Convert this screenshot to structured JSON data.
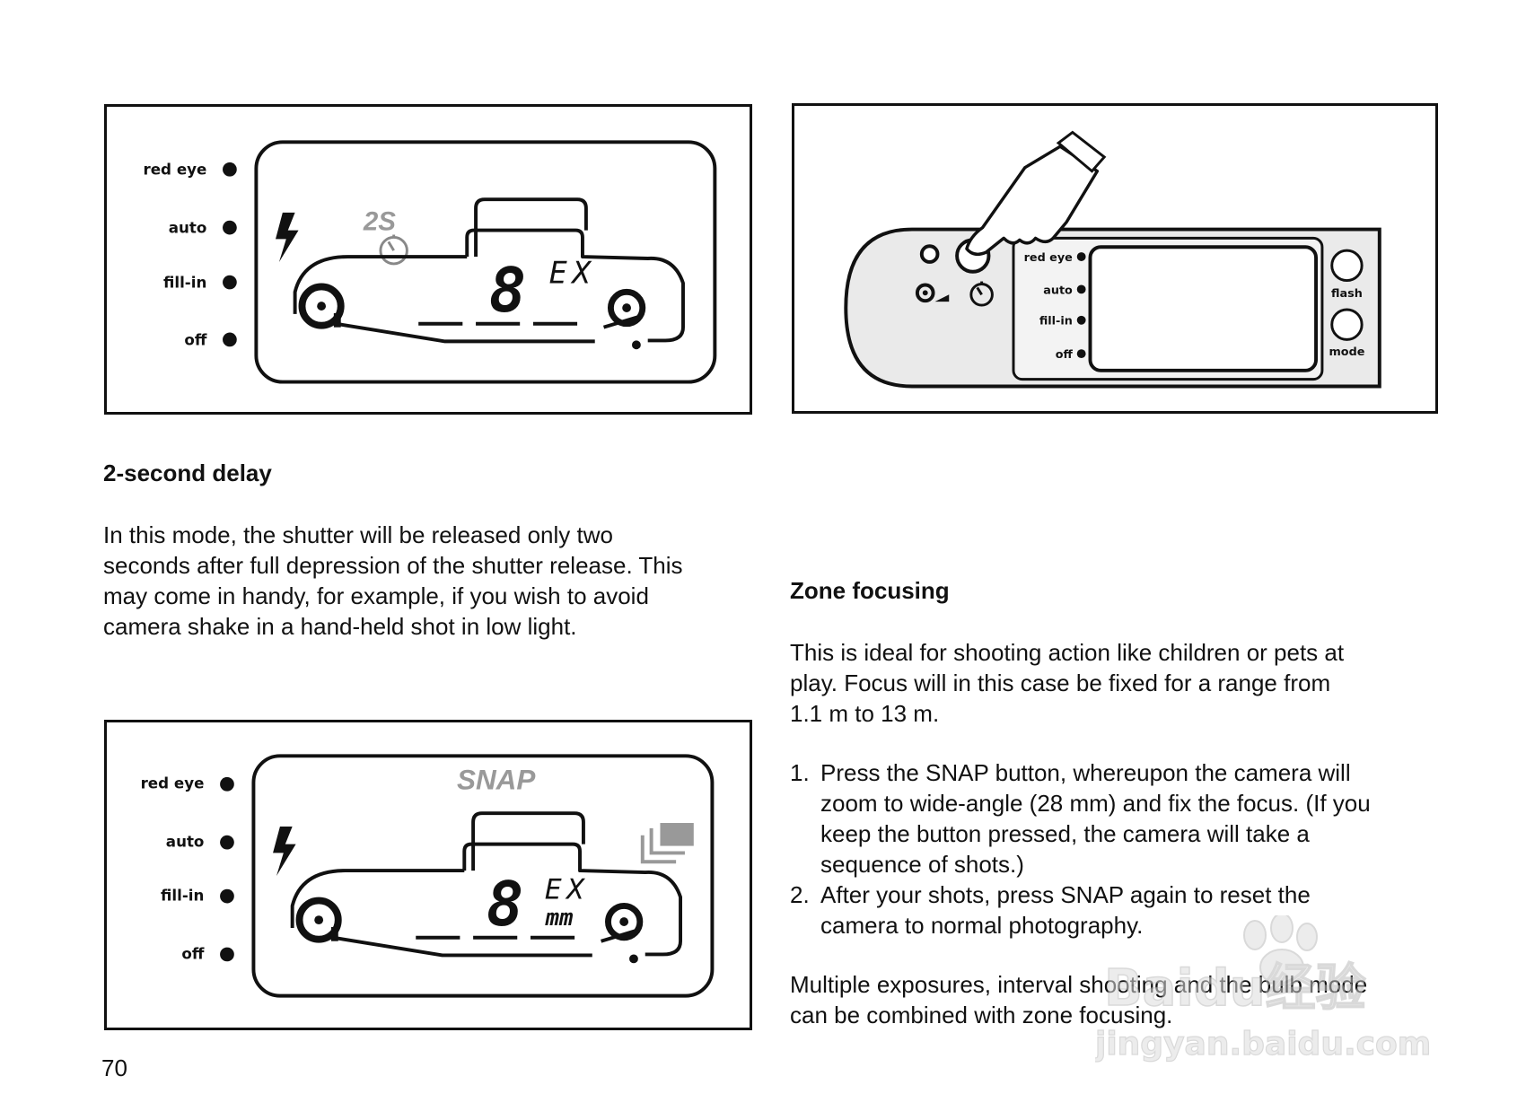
{
  "figure1": {
    "labels": [
      "red eye",
      "auto",
      "fill-in",
      "off"
    ],
    "timer_text": "2S",
    "frame_digit": "8",
    "frame_unit": "EX"
  },
  "figure2": {
    "labels": [
      "red eye",
      "auto",
      "fill-in",
      "off",
      "flash",
      "mode"
    ]
  },
  "figure3": {
    "labels": [
      "red eye",
      "auto",
      "fill-in",
      "off"
    ],
    "snap_text": "SNAP",
    "frame_digit": "8",
    "frame_unit": "EX",
    "zoom_unit": "mm"
  },
  "left": {
    "heading": "2-second delay",
    "paragraph_lines": [
      "In this mode, the shutter will be released only two",
      "seconds after full depression of the shutter release. This",
      "may come in handy, for example, if you wish to avoid",
      "camera shake in a hand-held shot in low light."
    ]
  },
  "right": {
    "heading": "Zone focusing",
    "intro_lines": [
      "This is ideal for shooting action like children or pets at",
      "play. Focus will in this case be fixed for a range from",
      "1.1 m to 13 m."
    ],
    "steps": [
      {
        "num": "1.",
        "lines": [
          "Press the SNAP button, whereupon the camera will",
          "zoom to wide-angle (28 mm) and fix the focus. (If you",
          "keep the button pressed, the camera will take a",
          "sequence of shots.)"
        ]
      },
      {
        "num": "2.",
        "lines": [
          "After your shots, press SNAP again to reset the",
          "camera to normal photography."
        ]
      }
    ],
    "closing_lines": [
      "Multiple exposures, interval shooting and the bulb mode",
      "can be combined with zone focusing."
    ]
  },
  "page_number": "70",
  "watermark": {
    "brand": "Baidu经验",
    "url": "jingyan.baidu.com"
  }
}
